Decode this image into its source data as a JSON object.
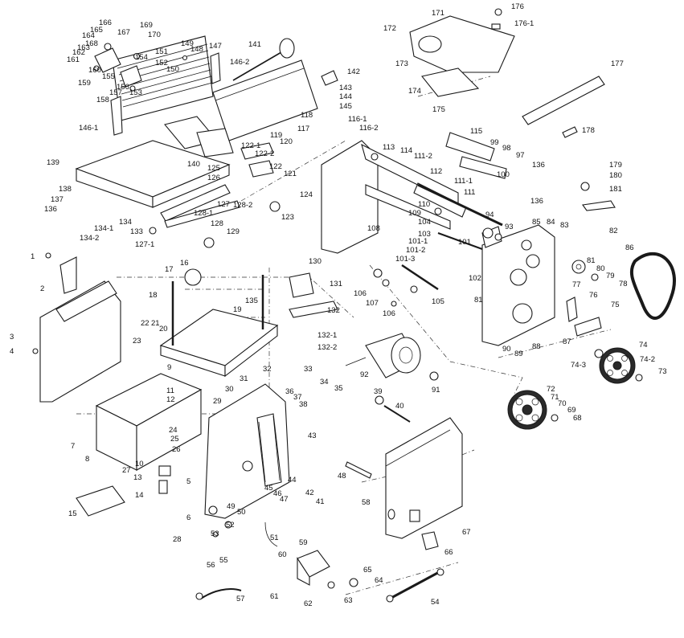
{
  "labels": [
    "1",
    "2",
    "3",
    "4",
    "5",
    "6",
    "7",
    "8",
    "9",
    "10",
    "11",
    "12",
    "13",
    "14",
    "15",
    "16",
    "17",
    "18",
    "19",
    "20",
    "21",
    "22",
    "23",
    "24",
    "25",
    "26",
    "27",
    "28",
    "29",
    "30",
    "31",
    "32",
    "33",
    "34",
    "35",
    "36",
    "37",
    "38",
    "39",
    "40",
    "41",
    "42",
    "43",
    "44",
    "45",
    "46",
    "47",
    "48",
    "49",
    "50",
    "51",
    "52",
    "53",
    "54",
    "55",
    "56",
    "57",
    "58",
    "59",
    "60",
    "61",
    "62",
    "63",
    "64",
    "65",
    "66",
    "67",
    "68",
    "69",
    "70",
    "71",
    "72",
    "73",
    "74",
    "74-2",
    "74-3",
    "75",
    "76",
    "77",
    "78",
    "79",
    "80",
    "81",
    "82",
    "83",
    "84",
    "85",
    "86",
    "87",
    "88",
    "89",
    "90",
    "91",
    "92",
    "93",
    "94",
    "97",
    "98",
    "99",
    "100",
    "101",
    "101-1",
    "101-2",
    "101-3",
    "102",
    "103",
    "104",
    "105",
    "106",
    "107",
    "108",
    "109",
    "110",
    "111",
    "111-1",
    "111-2",
    "112",
    "113",
    "114",
    "115",
    "116-1",
    "116-2",
    "117",
    "118",
    "119",
    "120",
    "121",
    "122",
    "122-1",
    "122-2",
    "123",
    "124",
    "125",
    "126",
    "127",
    "127-1",
    "128",
    "128-1",
    "128-2",
    "129",
    "130",
    "131",
    "132",
    "132-1",
    "132-2",
    "133",
    "134",
    "134-1",
    "134-2",
    "135",
    "136",
    "137",
    "138",
    "139",
    "140",
    "141",
    "142",
    "143",
    "144",
    "145",
    "146-1",
    "146-2",
    "147",
    "148",
    "149",
    "150",
    "151",
    "152",
    "153",
    "154",
    "155",
    "156",
    "157",
    "158",
    "159",
    "160",
    "161",
    "162",
    "163",
    "164",
    "165",
    "166",
    "167",
    "168",
    "169",
    "170",
    "171",
    "172",
    "173",
    "174",
    "175",
    "176",
    "176-1",
    "177",
    "178",
    "179",
    "180",
    "181"
  ]
}
